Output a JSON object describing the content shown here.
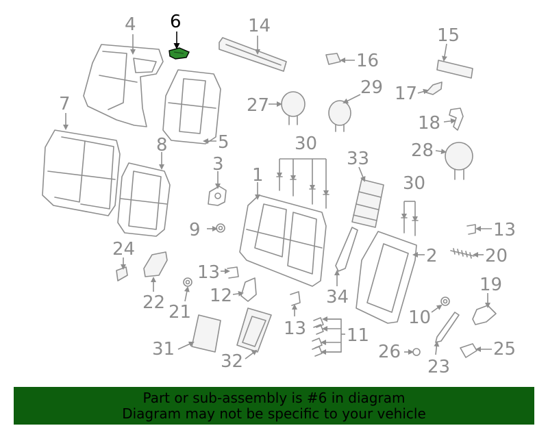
{
  "diagram": {
    "highlight_part": "6",
    "highlight_color": "#2e8b2e",
    "banner_color": "#0d5e0d",
    "labels": {
      "p1": "1",
      "p2": "2",
      "p3": "3",
      "p4": "4",
      "p5": "5",
      "p6": "6",
      "p7": "7",
      "p8": "8",
      "p9": "9",
      "p10": "10",
      "p11": "11",
      "p12": "12",
      "p13a": "13",
      "p13b": "13",
      "p13c": "13",
      "p14": "14",
      "p15": "15",
      "p16": "16",
      "p17": "17",
      "p18": "18",
      "p19": "19",
      "p20": "20",
      "p21": "21",
      "p22": "22",
      "p23": "23",
      "p24": "24",
      "p25": "25",
      "p26": "26",
      "p27": "27",
      "p28": "28",
      "p29": "29",
      "p30a": "30",
      "p30b": "30",
      "p31": "31",
      "p32": "32",
      "p33": "33",
      "p34": "34"
    }
  },
  "banner": {
    "line1": "Part or sub-assembly is #6 in diagram",
    "line2": "Diagram may not be specific to your vehicle"
  }
}
